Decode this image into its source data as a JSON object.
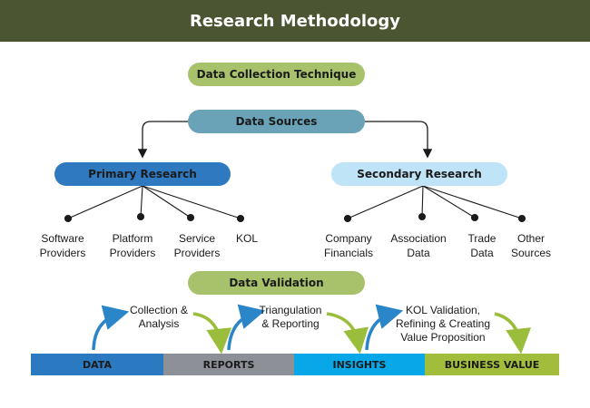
{
  "header": {
    "title": "Research Methodology"
  },
  "collection_technique": {
    "label": "Data Collection Technique"
  },
  "data_sources": {
    "label": "Data Sources"
  },
  "primary": {
    "label": "Primary Research",
    "items": [
      "Software\nProviders",
      "Platform\nProviders",
      "Service\nProviders",
      "KOL"
    ]
  },
  "secondary": {
    "label": "Secondary Research",
    "items": [
      "Company\nFinancials",
      "Association\nData",
      "Trade\nData",
      "Other\nSources"
    ]
  },
  "validation": {
    "label": "Data Validation"
  },
  "bar": {
    "segments": [
      "DATA",
      "REPORTS",
      "INSIGHTS",
      "BUSINESS VALUE"
    ],
    "steps": [
      "Collection &\nAnalysis",
      "Triangulation\n& Reporting",
      "KOL Validation,\nRefining & Creating\nValue Proposition"
    ]
  },
  "colors": {
    "header_bg": "#4b5531",
    "green_pill": "#a8c26c",
    "teal_pill": "#6aa2b7",
    "primary_blue": "#2f79c0",
    "secondary_light_blue": "#bfe3f7",
    "bar_data": "#2b79c1",
    "bar_reports": "#8d9097",
    "bar_insights": "#08a7e8",
    "bar_business_value": "#a2bd3b",
    "arrow_blue": "#2a86c9",
    "arrow_green": "#9bbd3c"
  }
}
